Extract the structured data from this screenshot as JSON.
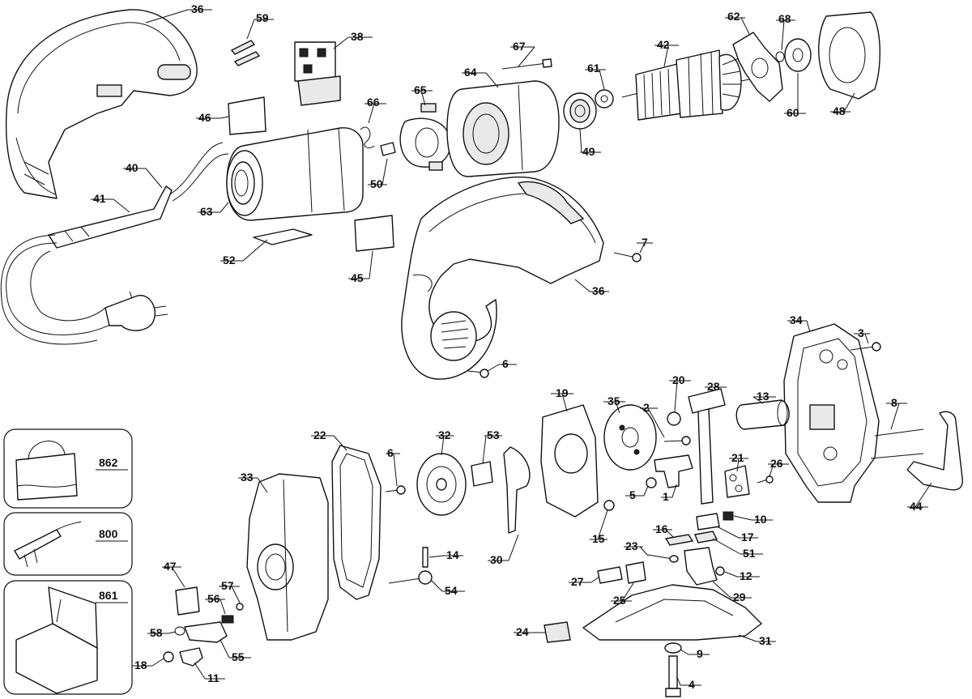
{
  "diagram": {
    "callouts": [
      "36",
      "59",
      "38",
      "67",
      "64",
      "61",
      "42",
      "62",
      "68",
      "65",
      "66",
      "46",
      "50",
      "49",
      "60",
      "48",
      "40",
      "63",
      "41",
      "52",
      "45",
      "7",
      "36",
      "34",
      "3",
      "6",
      "19",
      "35",
      "20",
      "28",
      "13",
      "8",
      "2",
      "21",
      "26",
      "1",
      "5",
      "10",
      "17",
      "44",
      "32",
      "53",
      "22",
      "6",
      "33",
      "15",
      "16",
      "51",
      "30",
      "14",
      "23",
      "12",
      "54",
      "29",
      "27",
      "25",
      "47",
      "57",
      "56",
      "24",
      "31",
      "58",
      "9",
      "55",
      "18",
      "11",
      "4",
      "862",
      "800",
      "861"
    ]
  }
}
